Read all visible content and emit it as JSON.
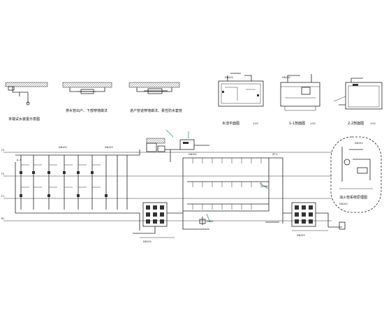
{
  "details": {
    "d1_title": "末端试水装置示意图",
    "d2_title": "排水管出户、下部穿墙做法",
    "d3_title": "进户管道穿墙做法、柔性防水套管",
    "t1_title": "水池平面图",
    "t1_scale": "1:50",
    "t2_title": "1-1剖面图",
    "t2_scale": "1:50",
    "t3_title": "2-2剖面图",
    "t3_scale": "1:50"
  },
  "bubble": {
    "label": "消火栓系统原理图"
  }
}
